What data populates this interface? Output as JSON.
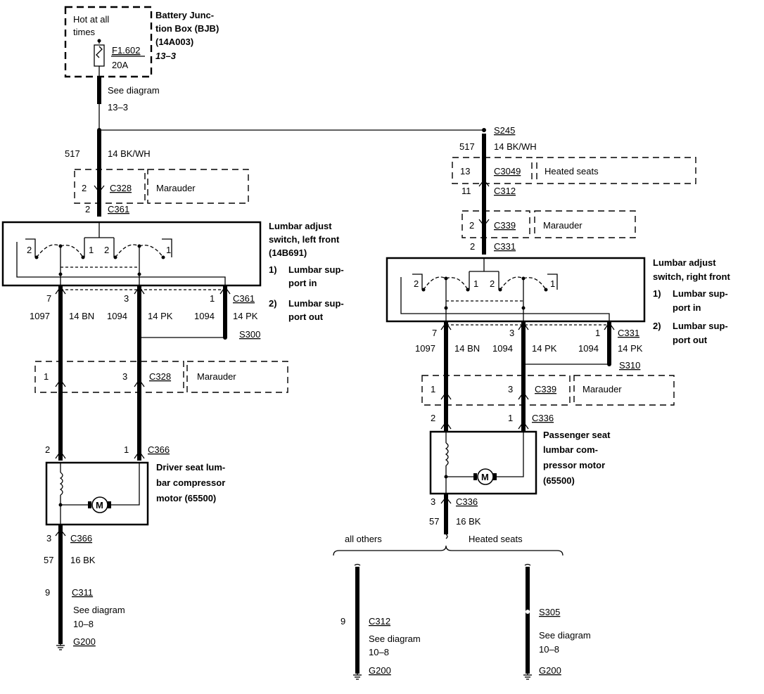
{
  "bjb": {
    "hot_line1": "Hot at all",
    "hot_line2": "times",
    "fuse_id": "F1.602",
    "fuse_amp": "20A",
    "title_line1": "Battery Junc-",
    "title_line2": "tion Box (BJB)",
    "title_line3": "(14A003)",
    "page_ref": "13–3"
  },
  "top_see": {
    "line1": "See diagram",
    "line2": "13–3"
  },
  "left": {
    "circuit": "517",
    "wire": "14 BK/WH",
    "c328_pin": "2",
    "c328": "C328",
    "marauder": "Marauder",
    "c361_pin": "2",
    "c361": "C361",
    "switch_title": [
      "Lumbar adjust",
      "switch, left front",
      "(14B691)"
    ],
    "opt1_num": "1)",
    "opt1": [
      "Lumbar sup-",
      "port in"
    ],
    "opt2_num": "2)",
    "opt2": [
      "Lumbar sup-",
      "port out"
    ],
    "sw_labels": [
      "2",
      "1",
      "2",
      "1"
    ],
    "pin7": "7",
    "pin3": "3",
    "pin1": "1",
    "c361b": "C361",
    "w1097": "1097",
    "bn": "14 BN",
    "w1094a": "1094",
    "pk1": "14 PK",
    "w1094b": "1094",
    "pk2": "14 PK",
    "splice": "S300",
    "c328b_pin1": "1",
    "c328b_pin3": "3",
    "c328b": "C328",
    "marauder2": "Marauder",
    "c366_pin2": "2",
    "c366_pin1": "1",
    "c366": "C366",
    "motor_title": [
      "Driver seat lum-",
      "bar compressor",
      "motor (65500)"
    ],
    "motor_letter": "M",
    "c366b_pin": "3",
    "c366b": "C366",
    "g_circuit": "57",
    "g_wire": "16 BK",
    "c311_pin": "9",
    "c311": "C311",
    "see": [
      "See diagram",
      "10–8"
    ],
    "ground": "G200"
  },
  "right": {
    "splice_top": "S245",
    "circuit": "517",
    "wire": "14 BK/WH",
    "c3049_pin": "13",
    "c3049": "C3049",
    "heated": "Heated seats",
    "c312_pin": "11",
    "c312": "C312",
    "c339_pin": "2",
    "c339": "C339",
    "marauder": "Marauder",
    "c331_pin": "2",
    "c331": "C331",
    "switch_title": [
      "Lumbar adjust",
      "switch, right front"
    ],
    "opt1_num": "1)",
    "opt1": [
      "Lumbar sup-",
      "port in"
    ],
    "opt2_num": "2)",
    "opt2": [
      "Lumbar sup-",
      "port out"
    ],
    "sw_labels": [
      "2",
      "1",
      "2",
      "1"
    ],
    "pin7": "7",
    "pin3": "3",
    "pin1": "1",
    "c331b": "C331",
    "w1097": "1097",
    "bn": "14 BN",
    "w1094a": "1094",
    "pk1": "14 PK",
    "w1094b": "1094",
    "pk2": "14 PK",
    "splice": "S310",
    "c339b_pin1": "1",
    "c339b_pin3": "3",
    "c339b": "C339",
    "marauder2": "Marauder",
    "c336_pin2": "2",
    "c336_pin1": "1",
    "c336": "C336",
    "motor_title": [
      "Passenger seat",
      "lumbar com-",
      "pressor motor",
      "(65500)"
    ],
    "motor_letter": "M",
    "c336b_pin": "3",
    "c336b": "C336",
    "g_circuit": "57",
    "g_wire": "16 BK",
    "branch_left": "all others",
    "branch_right": "Heated seats",
    "c312b_pin": "9",
    "c312b": "C312",
    "see1": [
      "See diagram",
      "10–8"
    ],
    "ground1": "G200",
    "splice_bottom": "S305",
    "see2": [
      "See diagram",
      "10–8"
    ],
    "ground2": "G200"
  }
}
